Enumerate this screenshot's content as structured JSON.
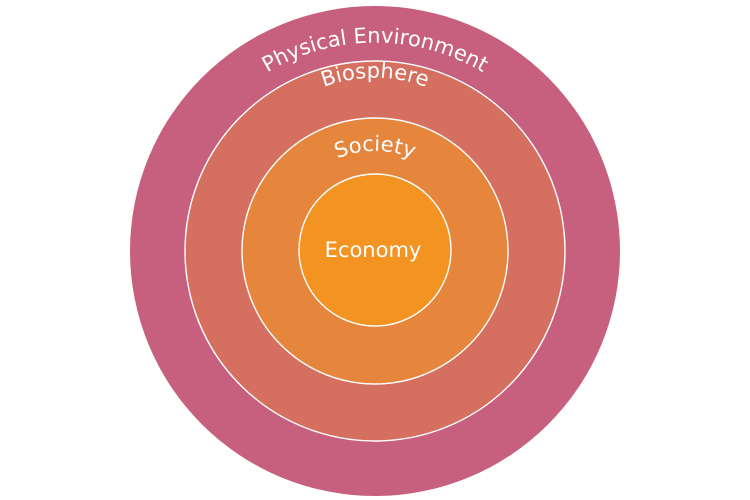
{
  "diagram": {
    "rings": [
      {
        "id": "physical-environment",
        "label": "Physical Environment",
        "color": "#C75F7E"
      },
      {
        "id": "biosphere",
        "label": "Biosphere",
        "color": "#D56F5F"
      },
      {
        "id": "society",
        "label": "Society",
        "color": "#E6853C"
      },
      {
        "id": "economy",
        "label": "Economy",
        "color": "#F39321"
      }
    ],
    "separator_color": "#FFFFFF",
    "label_color": "#FFFFFF"
  }
}
